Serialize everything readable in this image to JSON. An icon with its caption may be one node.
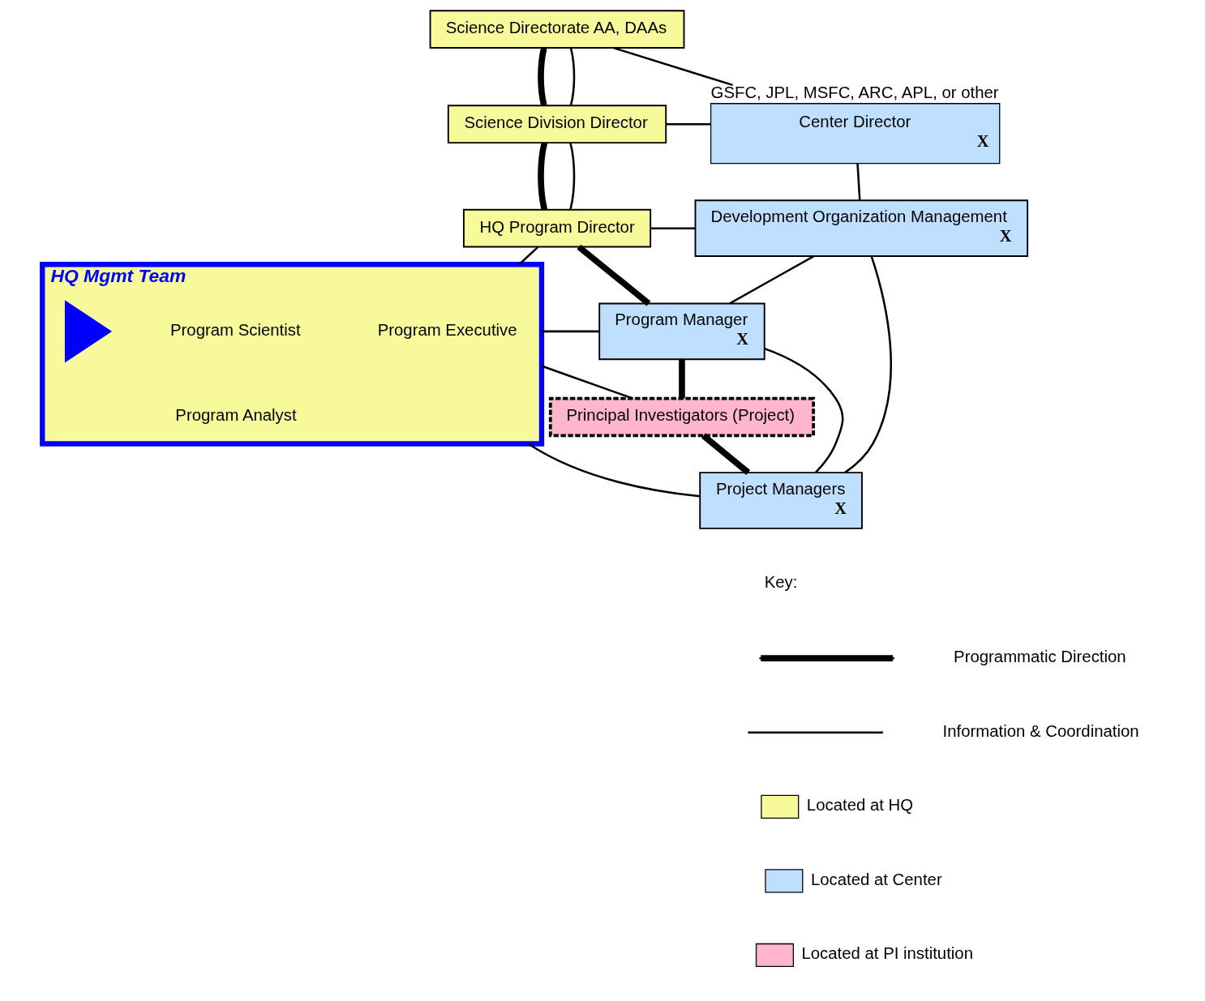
{
  "diagram": {
    "nodes": [
      {
        "text": [
          "Science Directorate AA, DAAs"
        ]
      },
      {
        "text": [
          "Science Division Director"
        ]
      },
      {
        "text": [
          "Center Director",
          "X"
        ],
        "beside": [
          "GSFC, JPL, MSFC, ARC, APL, or other"
        ]
      },
      {
        "text": [
          "HQ Program Director"
        ]
      },
      {
        "text": [
          "Development Organization Management",
          "X"
        ]
      },
      {
        "text": [
          "HQ Mgmt Team"
        ]
      },
      {
        "text": [
          "Program Scientist"
        ],
        "in": 5
      },
      {
        "text": [
          "Program Executive"
        ],
        "in": 5
      },
      {
        "text": [
          "Program Analyst"
        ],
        "in": 5
      },
      {
        "text": [],
        "shape": "triangle",
        "in": 5
      },
      {
        "text": [
          "Program Manager",
          "X"
        ]
      },
      {
        "text": [
          "Principal Investigators (Project)"
        ]
      },
      {
        "text": [
          "Project Managers",
          "X"
        ]
      }
    ],
    "edges": [
      {
        "from": 0,
        "to": 1,
        "arrow": "none",
        "style": "thick"
      },
      {
        "from": 0,
        "to": 1,
        "arrow": "none"
      },
      {
        "from": 1,
        "to": 3,
        "arrow": "none",
        "style": "thick"
      },
      {
        "from": 1,
        "to": 3,
        "arrow": "none"
      },
      {
        "from": 3,
        "to": 10,
        "arrow": "none",
        "style": "thick"
      },
      {
        "from": 10,
        "to": 11,
        "arrow": "none",
        "style": "thick"
      },
      {
        "from": 11,
        "to": 12,
        "arrow": "none",
        "style": "thick"
      },
      {
        "from": 0,
        "to": 2,
        "arrow": "none"
      },
      {
        "from": 1,
        "to": 2,
        "arrow": "none"
      },
      {
        "from": 2,
        "to": 4,
        "arrow": "none"
      },
      {
        "from": 3,
        "to": 4,
        "arrow": "none"
      },
      {
        "from": 3,
        "to": 5,
        "arrow": "none"
      },
      {
        "from": 5,
        "to": 10,
        "arrow": "none"
      },
      {
        "from": 5,
        "to": 11,
        "arrow": "none"
      },
      {
        "from": 5,
        "to": 12,
        "arrow": "none"
      },
      {
        "from": 10,
        "to": 4,
        "arrow": "none"
      },
      {
        "from": 10,
        "to": 12,
        "arrow": "none"
      },
      {
        "from": 12,
        "to": 4,
        "arrow": "none"
      }
    ],
    "labels": [
      "Key:"
    ],
    "legend": [
      {
        "text": "Programmatic Direction"
      },
      {
        "text": "Information & Coordination"
      },
      {
        "text": "Located at HQ",
        "color": "#f7f99a"
      },
      {
        "text": "Located at Center",
        "color": "#bfdfff"
      },
      {
        "text": "Located at PI institution",
        "color": "#ffb6cc"
      }
    ]
  }
}
